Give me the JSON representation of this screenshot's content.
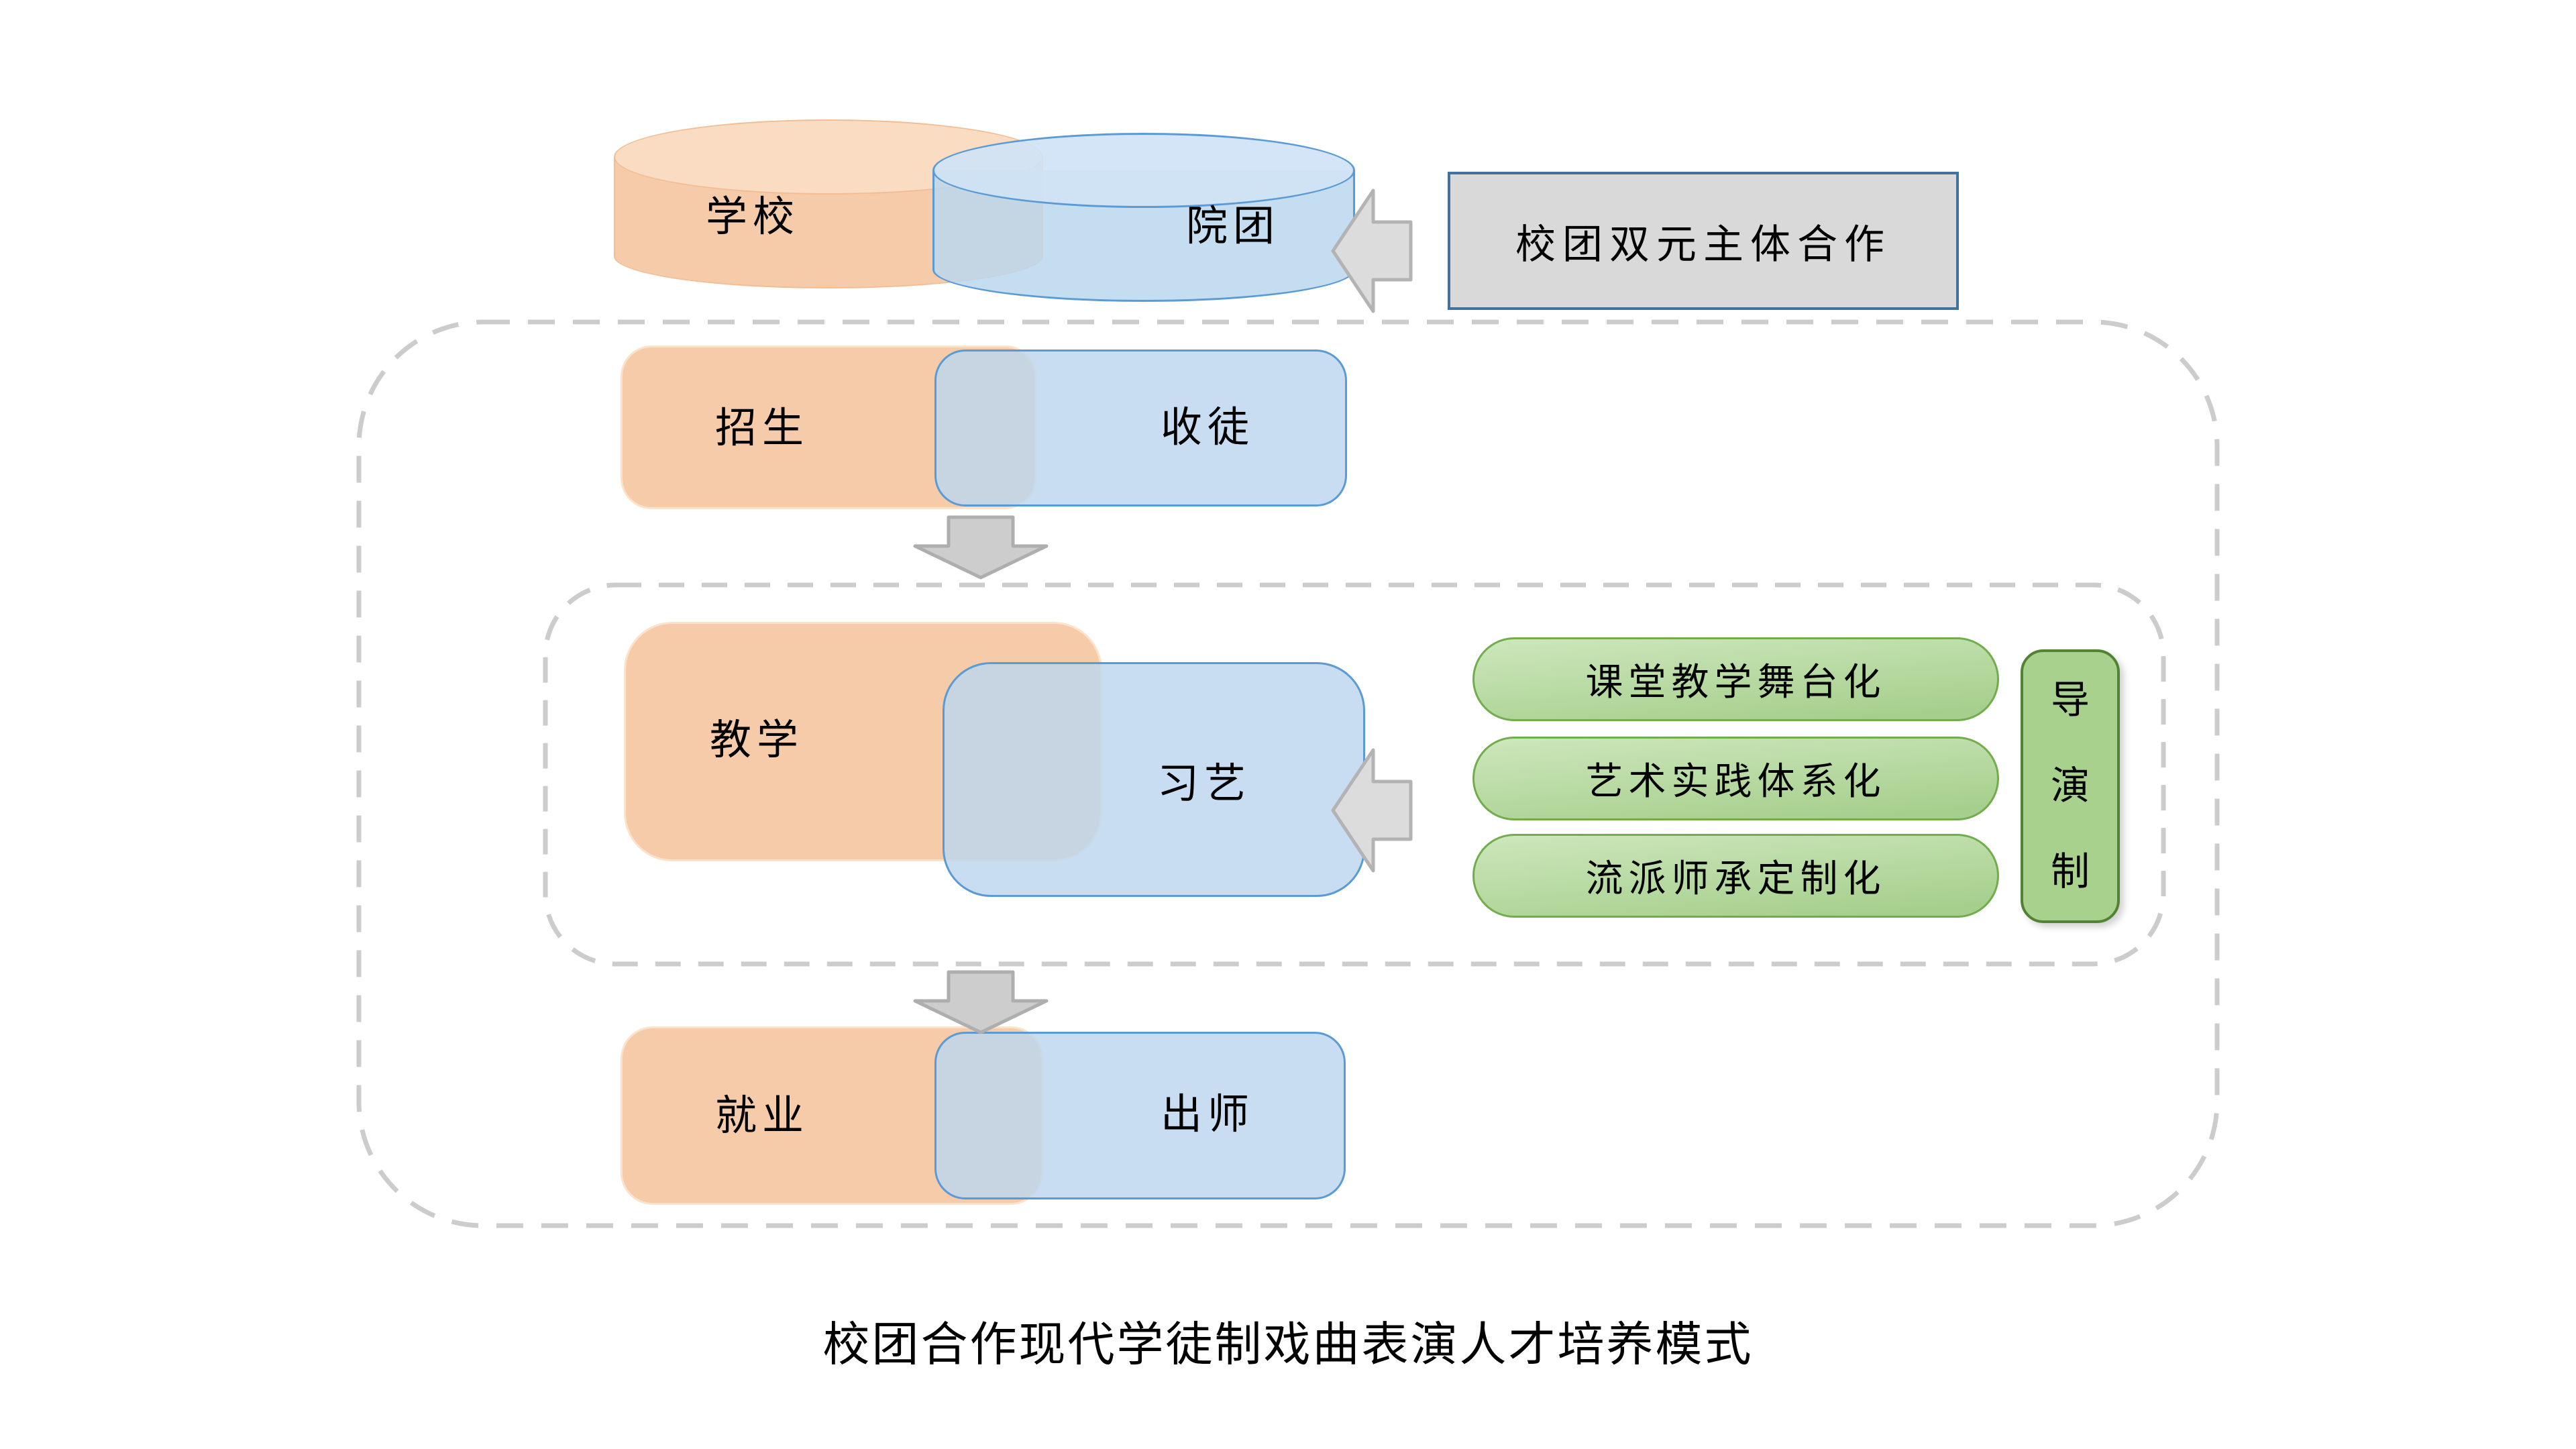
{
  "diagram": {
    "caption": "校团合作现代学徒制戏曲表演人才培养模式",
    "header": {
      "school_cylinder_label": "学校",
      "troupe_cylinder_label": "院团",
      "cooperation_box_label": "校团双元主体合作"
    },
    "stages": [
      {
        "school": "招生",
        "troupe": "收徒"
      },
      {
        "school": "教学",
        "troupe": "习艺"
      },
      {
        "school": "就业",
        "troupe": "出师"
      }
    ],
    "teaching_methods": [
      "课堂教学舞台化",
      "艺术实践体系化",
      "流派师承定制化"
    ],
    "director_system": {
      "label": "导演制",
      "chars": [
        "导",
        "演",
        "制"
      ]
    },
    "colors": {
      "school_fill": "#f6cba9",
      "troupe_fill": "#c9ddf0",
      "troupe_border": "#5b9bd5",
      "cooperation_fill": "#d9d9d9",
      "cooperation_border": "#41719c",
      "method_fill": "#b7d9a2",
      "method_border": "#72ad4d",
      "director_fill": "#a9d18e",
      "director_border": "#548235",
      "arrow_fill": "#dcdcdc",
      "dashed_frame": "#cccccc"
    }
  }
}
